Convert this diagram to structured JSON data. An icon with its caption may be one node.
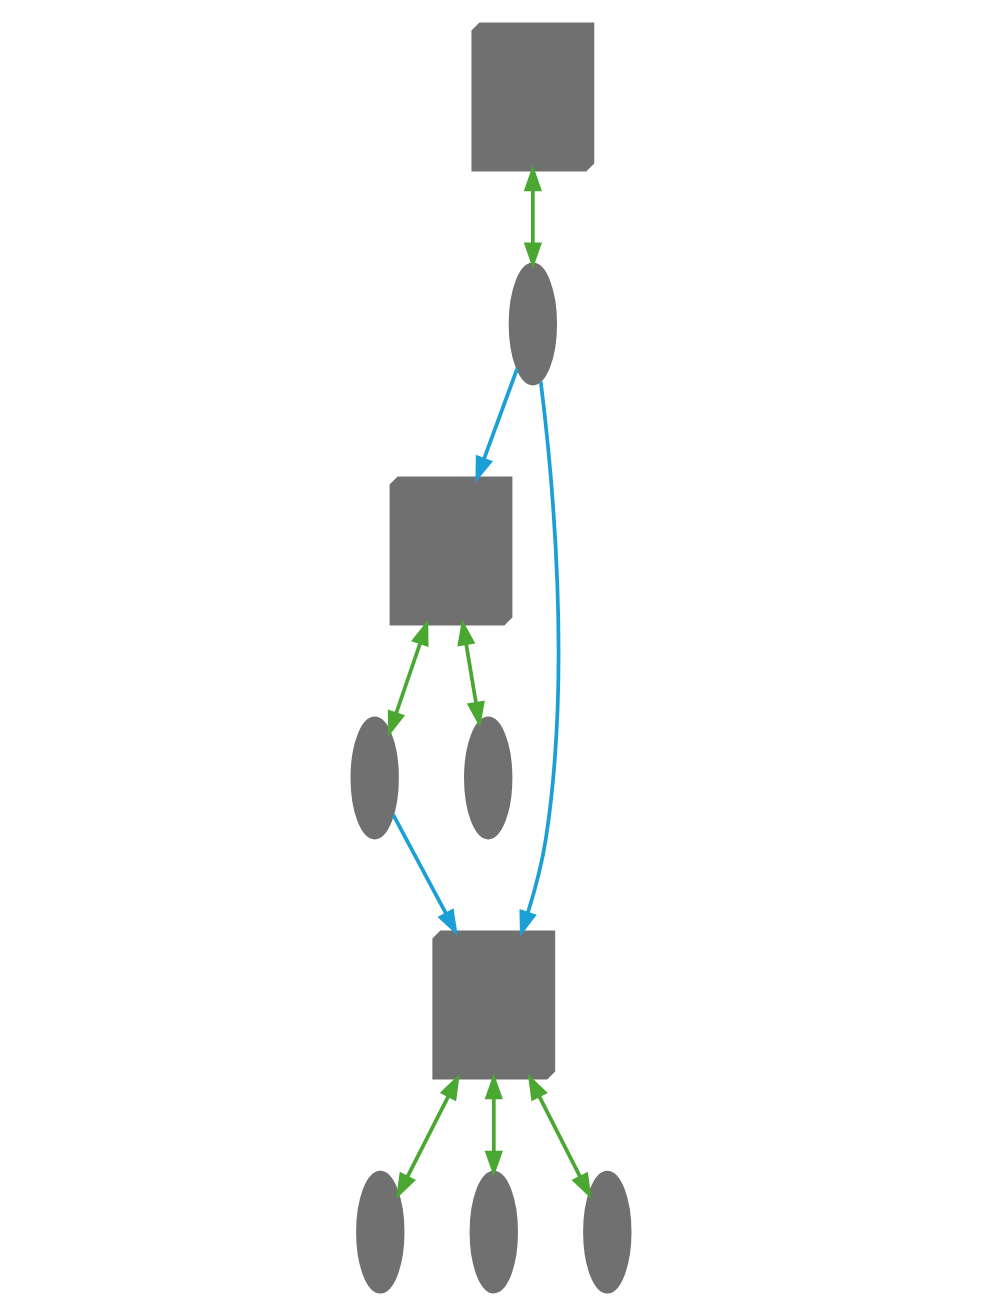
{
  "diagram": {
    "nodes": [
      {
        "text": [],
        "shape": "building"
      },
      {
        "text": [],
        "shape": "person"
      },
      {
        "text": [],
        "shape": "building"
      },
      {
        "text": [],
        "shape": "building"
      },
      {
        "text": [],
        "shape": "person"
      },
      {
        "text": [],
        "shape": "person"
      },
      {
        "text": [],
        "shape": "person"
      },
      {
        "text": [],
        "shape": "person"
      },
      {
        "text": [],
        "shape": "person"
      }
    ],
    "edges": [
      {
        "from": 0,
        "to": 1,
        "arrow": "both"
      },
      {
        "from": 1,
        "to": 2,
        "arrow": "to",
        "color": "#1a9fd6"
      },
      {
        "from": 1,
        "to": 3,
        "arrow": "to",
        "color": "#1a9fd6"
      },
      {
        "from": 2,
        "to": 4,
        "arrow": "both"
      },
      {
        "from": 2,
        "to": 5,
        "arrow": "both"
      },
      {
        "from": 4,
        "to": 3,
        "arrow": "to",
        "color": "#1a9fd6"
      },
      {
        "from": 3,
        "to": 6,
        "arrow": "both"
      },
      {
        "from": 3,
        "to": 7,
        "arrow": "both"
      },
      {
        "from": 3,
        "to": 8,
        "arrow": "both"
      }
    ]
  }
}
